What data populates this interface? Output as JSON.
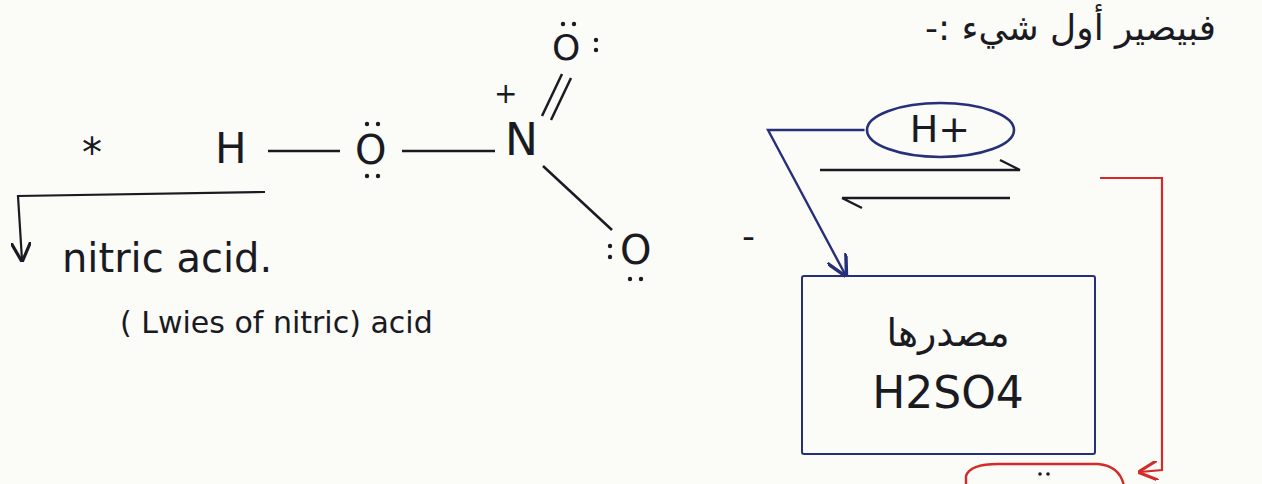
{
  "diagram": {
    "nodes": [
      {
        "text": [
          "H+"
        ]
      },
      {
        "text": [
          "مصدرها",
          "H2SO4"
        ]
      }
    ],
    "edges": [
      {
        "from": 0,
        "to": 1,
        "arrow": "to"
      }
    ],
    "labels": [
      "فبيصير أول شيء :-",
      "*",
      "H",
      "O",
      "+",
      "N",
      "O",
      "O",
      "-",
      "nitric acid.",
      "( Lwies of nitric) acid"
    ]
  }
}
